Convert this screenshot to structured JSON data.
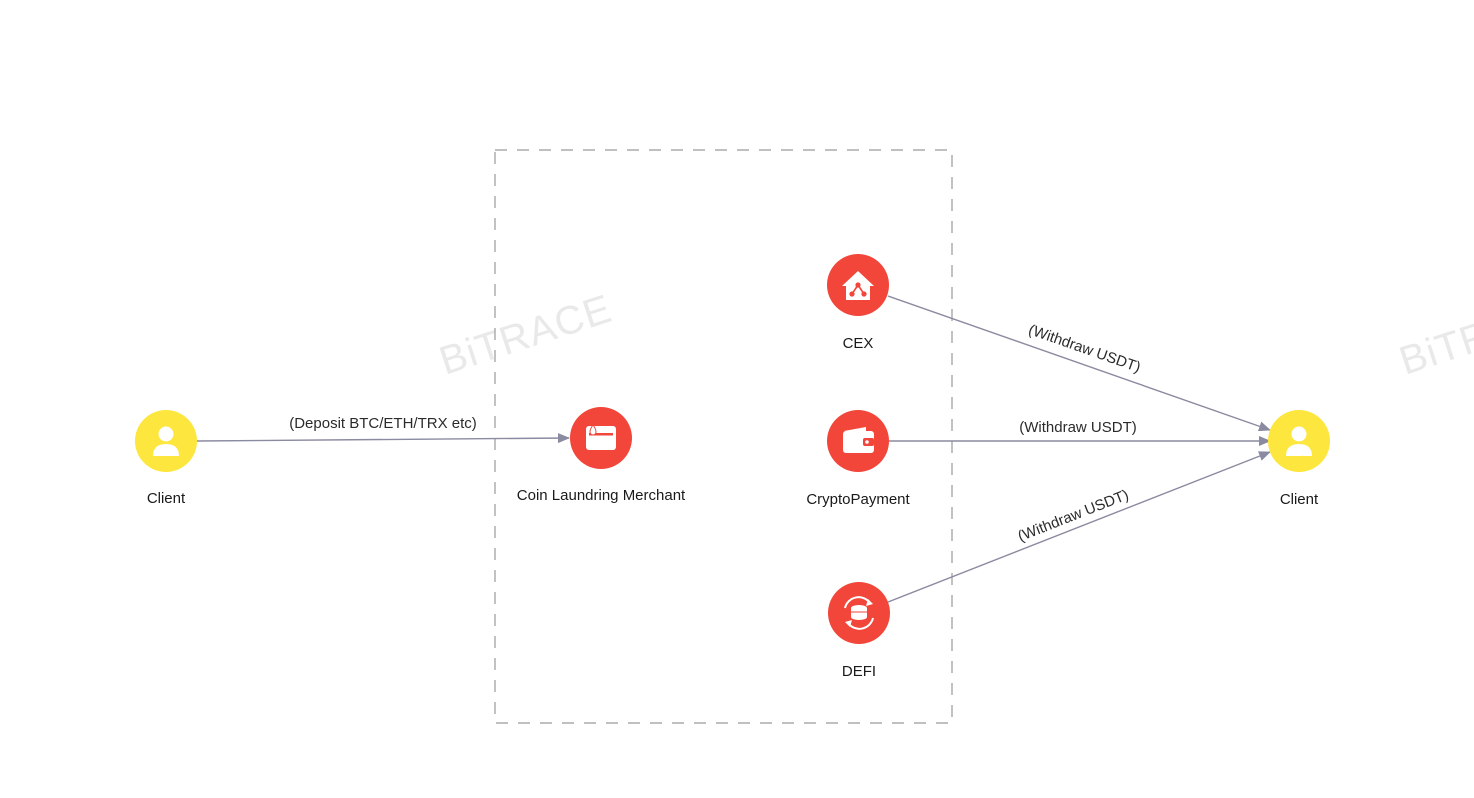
{
  "watermark": "BiTRACE",
  "colors": {
    "client": "#fde63d",
    "entity": "#f2463a",
    "edge": "#8a8aa0",
    "group_border": "#9a9a9a"
  },
  "nodes": {
    "client_left": {
      "label": "Client",
      "icon": "user-icon"
    },
    "merchant": {
      "label": "Coin Laundring Merchant",
      "icon": "wallet-water-icon"
    },
    "cex": {
      "label": "CEX",
      "icon": "exchange-house-icon"
    },
    "crypto_payment": {
      "label": "CryptoPayment",
      "icon": "wallet-icon"
    },
    "defi": {
      "label": "DEFI",
      "icon": "coin-stack-cycle-icon"
    },
    "client_right": {
      "label": "Client",
      "icon": "user-icon"
    }
  },
  "edges": {
    "deposit": {
      "label": "(Deposit BTC/ETH/TRX etc)"
    },
    "cex_withdraw": {
      "label": "(Withdraw USDT)"
    },
    "payment_withdraw": {
      "label": "(Withdraw USDT)"
    },
    "defi_withdraw": {
      "label": "(Withdraw USDT)"
    }
  }
}
